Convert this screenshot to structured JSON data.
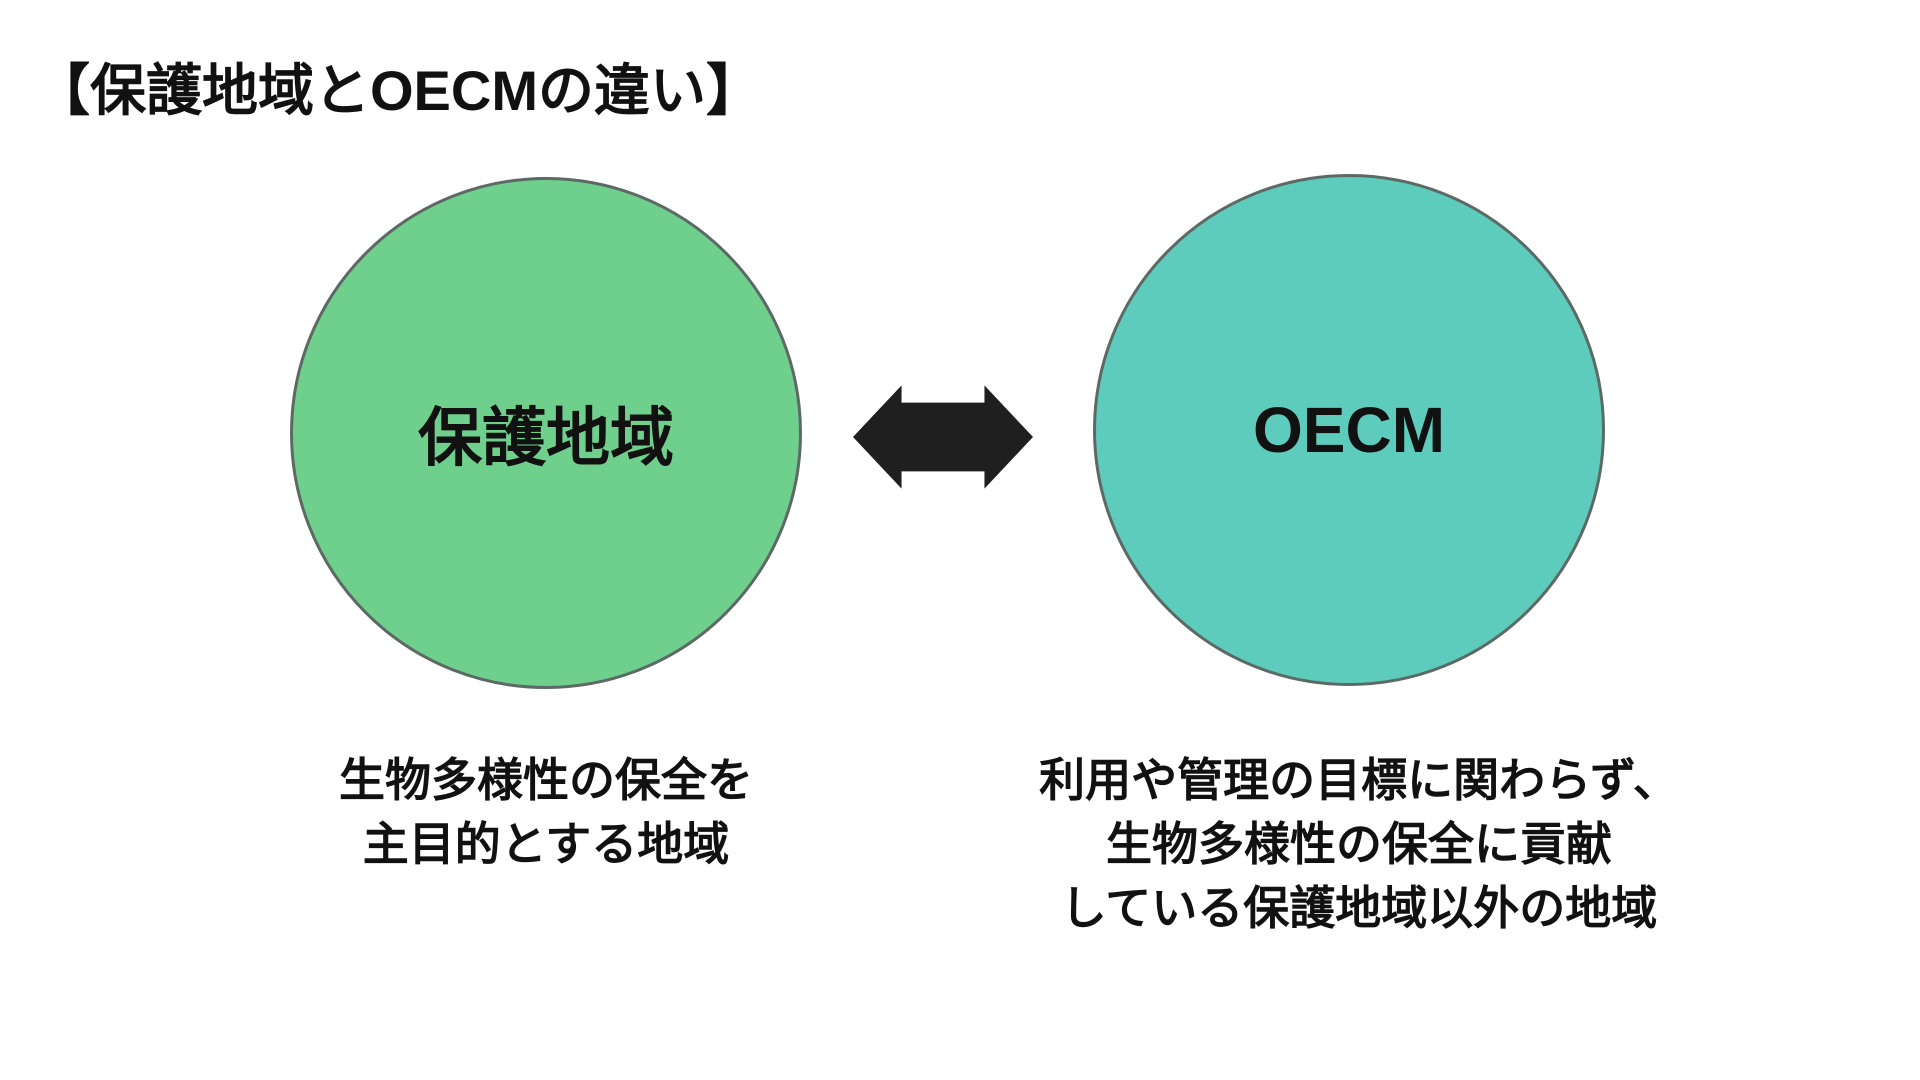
{
  "title": "【保護地域とOECMの違い】",
  "diagram": {
    "left_circle": {
      "label": "保護地域",
      "fill": "#6FCF8D",
      "border": "#5C6964",
      "caption": [
        "生物多様性の保全を",
        "主目的とする地域"
      ]
    },
    "right_circle": {
      "label": "OECM",
      "fill": "#5ECCBD",
      "border": "#5C6964",
      "caption": [
        "利用や管理の目標に関わらず、",
        "生物多様性の保全に貢献",
        "している保護地域以外の地域"
      ]
    },
    "arrow": {
      "name": "double-headed-arrow",
      "color": "#1F1F1F"
    }
  },
  "colors": {
    "background": "#FFFFFF",
    "text": "#111111"
  }
}
